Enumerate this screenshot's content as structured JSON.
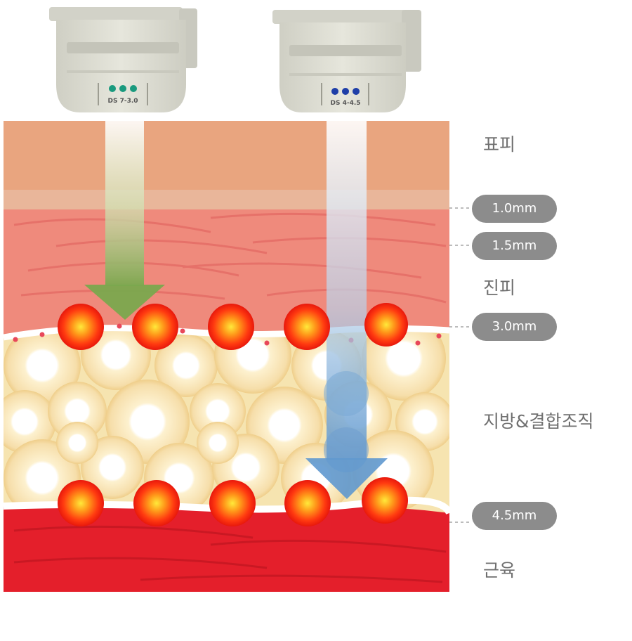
{
  "cartridges": [
    {
      "label": "DS 7-3.0",
      "dot_color": "#1a9a7e"
    },
    {
      "label": "DS 4-4.5",
      "dot_color": "#1f3fa8"
    }
  ],
  "layers": {
    "epidermis": "표피",
    "dermis": "진피",
    "fat": "지방&결합조직",
    "muscle": "근육"
  },
  "depths": [
    "1.0mm",
    "1.5mm",
    "3.0mm",
    "4.5mm"
  ],
  "colors": {
    "epidermis": "#e9a57f",
    "dermis": "#ef8a7c",
    "fat": "#f6e4b0",
    "muscle": "#e41f2b",
    "pill": "#8c8c8c",
    "green_arrow": "#7aa84e",
    "blue_arrow": "#5f98cf",
    "focal_point": "#ff3a10"
  }
}
